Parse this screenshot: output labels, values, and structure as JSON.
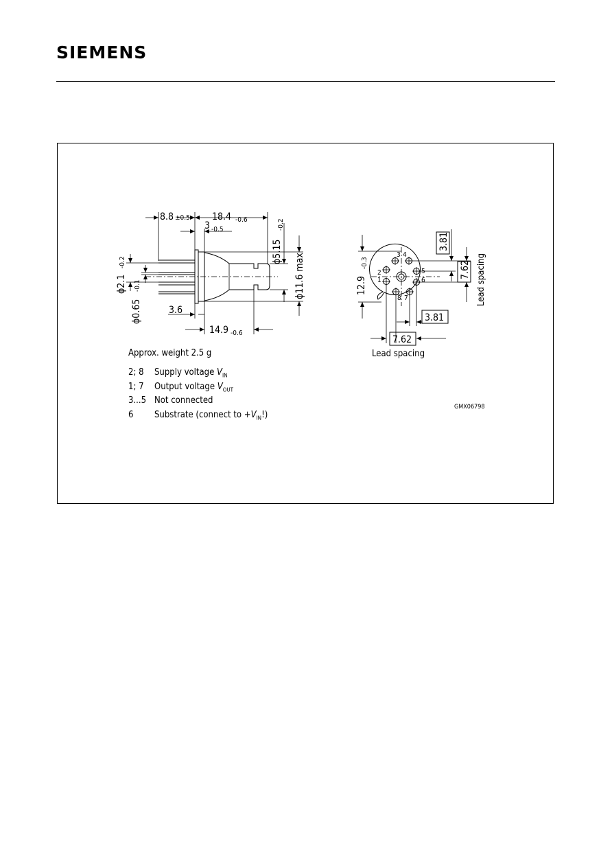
{
  "header": {
    "logo": "SIEMENS"
  },
  "drawing": {
    "side_view": {
      "dim_pin_length": "8.8",
      "dim_pin_length_tol": "±0.5",
      "dim_body_length": "18.4",
      "dim_body_length_tol": "-0.6",
      "dim_flange": "3",
      "dim_flange_tol": "-0.5",
      "dim_nose_dia": "ϕ5.15",
      "dim_nose_dia_tol": "-0.2",
      "dim_max_dia": "ϕ11.6 max",
      "dim_pin_circle": "ϕ2.1",
      "dim_pin_circle_tol": "-0.2",
      "dim_pin_dia": "ϕ0.65",
      "dim_pin_dia_tol": "-0.1",
      "dim_short": "3.6",
      "dim_body": "14.9",
      "dim_body_tol": "-0.6"
    },
    "end_view": {
      "dim_height": "12.9",
      "dim_height_tol": "-0.3",
      "box_top": "3.81",
      "box_right": "7.62",
      "box_mid": "3.81",
      "box_bottom": "7.62",
      "lead_spacing_v": "Lead spacing",
      "lead_spacing_h": "Lead spacing",
      "pins": [
        "1",
        "2",
        "3",
        "4",
        "5",
        "6",
        "7",
        "8"
      ]
    },
    "weight": "Approx. weight 2.5 g",
    "pin_notes": [
      {
        "pins": "2; 8",
        "desc": "Supply voltage ",
        "sym": "V",
        "sub": "IN",
        "tail": ""
      },
      {
        "pins": "1; 7",
        "desc": "Output voltage ",
        "sym": "V",
        "sub": "OUT",
        "tail": ""
      },
      {
        "pins": "3...5",
        "desc": "Not connected",
        "sym": "",
        "sub": "",
        "tail": ""
      },
      {
        "pins": "6",
        "desc": "Substrate (connect to +",
        "sym": "V",
        "sub": "IN",
        "tail": "!)"
      }
    ],
    "drawing_code": "GMX06798"
  }
}
